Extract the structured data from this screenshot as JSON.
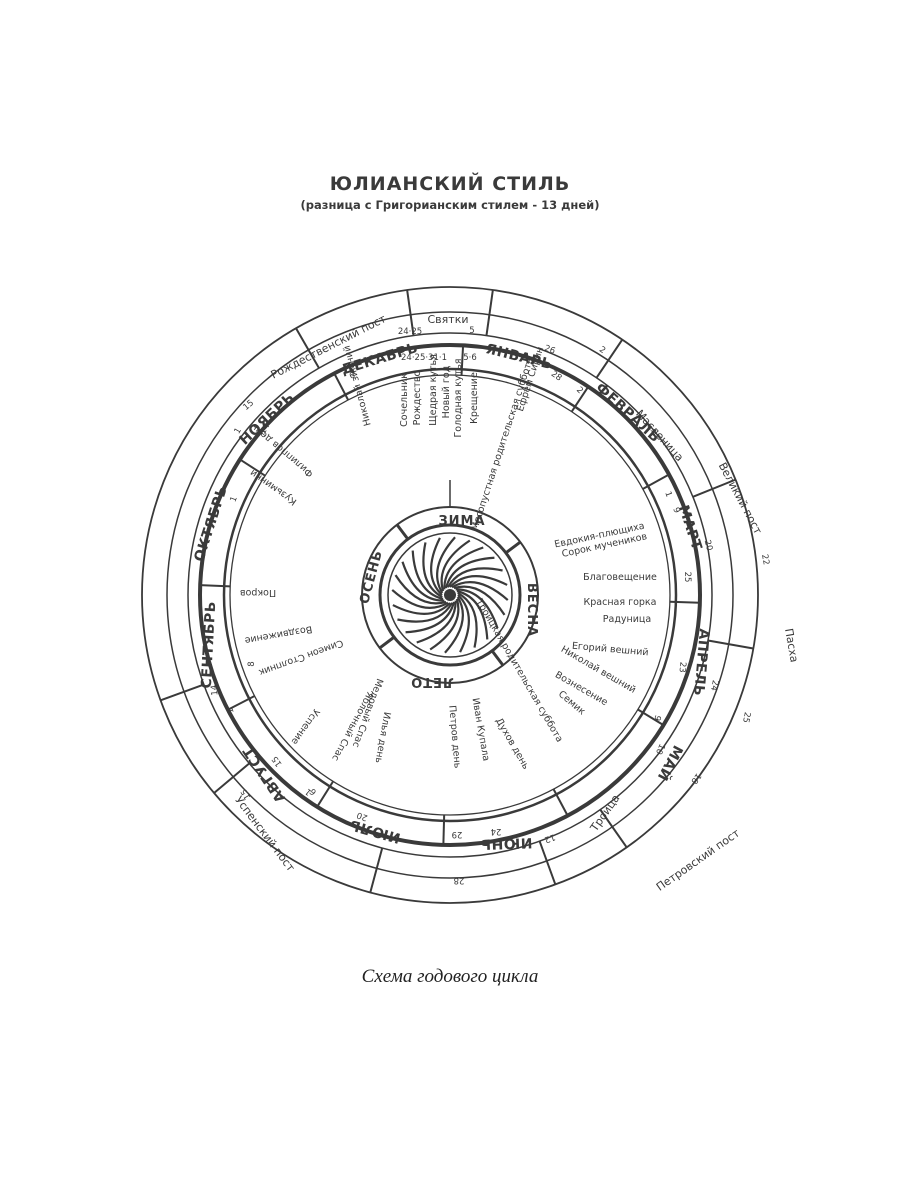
{
  "title": "ЮЛИАНСКИЙ СТИЛЬ",
  "subtitle": "(разница с Григорианским стилем - 13 дней)",
  "caption": "Схема годового цикла",
  "seasons": [
    "ЗИМА",
    "ВЕСНА",
    "ЛЕТО",
    "ОСЕНЬ"
  ],
  "months": [
    "ЯНВАРЬ",
    "ФЕВРАЛЬ",
    "МАРТ",
    "АПРЕЛЬ",
    "МАЙ",
    "ИЮНЬ",
    "ИЮЛЬ",
    "АВГУСТ",
    "СЕНТЯБРЬ",
    "ОКТЯБРЬ",
    "НОЯБРЬ",
    "ДЕКАБРЬ"
  ],
  "outer_periods": [
    "Святки",
    "Масленица",
    "Великий пост",
    "Пасха",
    "Троица",
    "Петровский пост",
    "Успенский пост",
    "Рождественский пост"
  ],
  "holidays": [
    "Сочельник",
    "Рождество",
    "Щедрая кутья",
    "Новый год",
    "Голодная кутья",
    "Крещение",
    "Мясопустная родительская суббота",
    "Ефрем Сирин",
    "Евдокия-плющиха",
    "Сорок мучеников",
    "Благовещение",
    "Красная горка",
    "Радуница",
    "Егорий вешний",
    "Николай вешний",
    "Вознесение",
    "Семик",
    "Троицкая родительская суббота",
    "Духов день",
    "Иван Купала",
    "Петров день",
    "Илья день",
    "Медовый Спас",
    "Яблочный Спас",
    "Успение",
    "Симеон Столпник",
    "Воздвижение",
    "Покров",
    "Кузьминки",
    "Филиппов день",
    "Николай зимний"
  ],
  "dates": {
    "dec": "24·25·31·1",
    "jan": "5·6",
    "svyatki_start": "24·25",
    "svyatki_end": "5",
    "jan_26": "26",
    "feb_2": "2",
    "feb_28": "28",
    "feb_2b": "2",
    "mar_1": "1",
    "mar_9": "9",
    "mar_20": "20",
    "mar_22": "22",
    "mar_25": "25",
    "apr_23": "23",
    "apr_24": "24",
    "apr_25": "25",
    "may_9": "9",
    "may_10": "10",
    "may_18": "18",
    "jun_12": "12",
    "jun_24": "24",
    "jun_29": "29",
    "jul_20": "20",
    "aug_1": "1",
    "aug_6": "6",
    "aug_15": "15",
    "aug_15b": "15",
    "aug_28": "28",
    "sep_1": "1",
    "sep_8": "8",
    "sep_14": "14",
    "oct_1": "1",
    "nov_1": "1",
    "nov_14": "14",
    "nov_15": "15",
    "dec_6": "6"
  },
  "colors": {
    "ink": "#3a3a3a",
    "background": "#ffffff"
  },
  "center_icon": "swirl-rosette-icon"
}
